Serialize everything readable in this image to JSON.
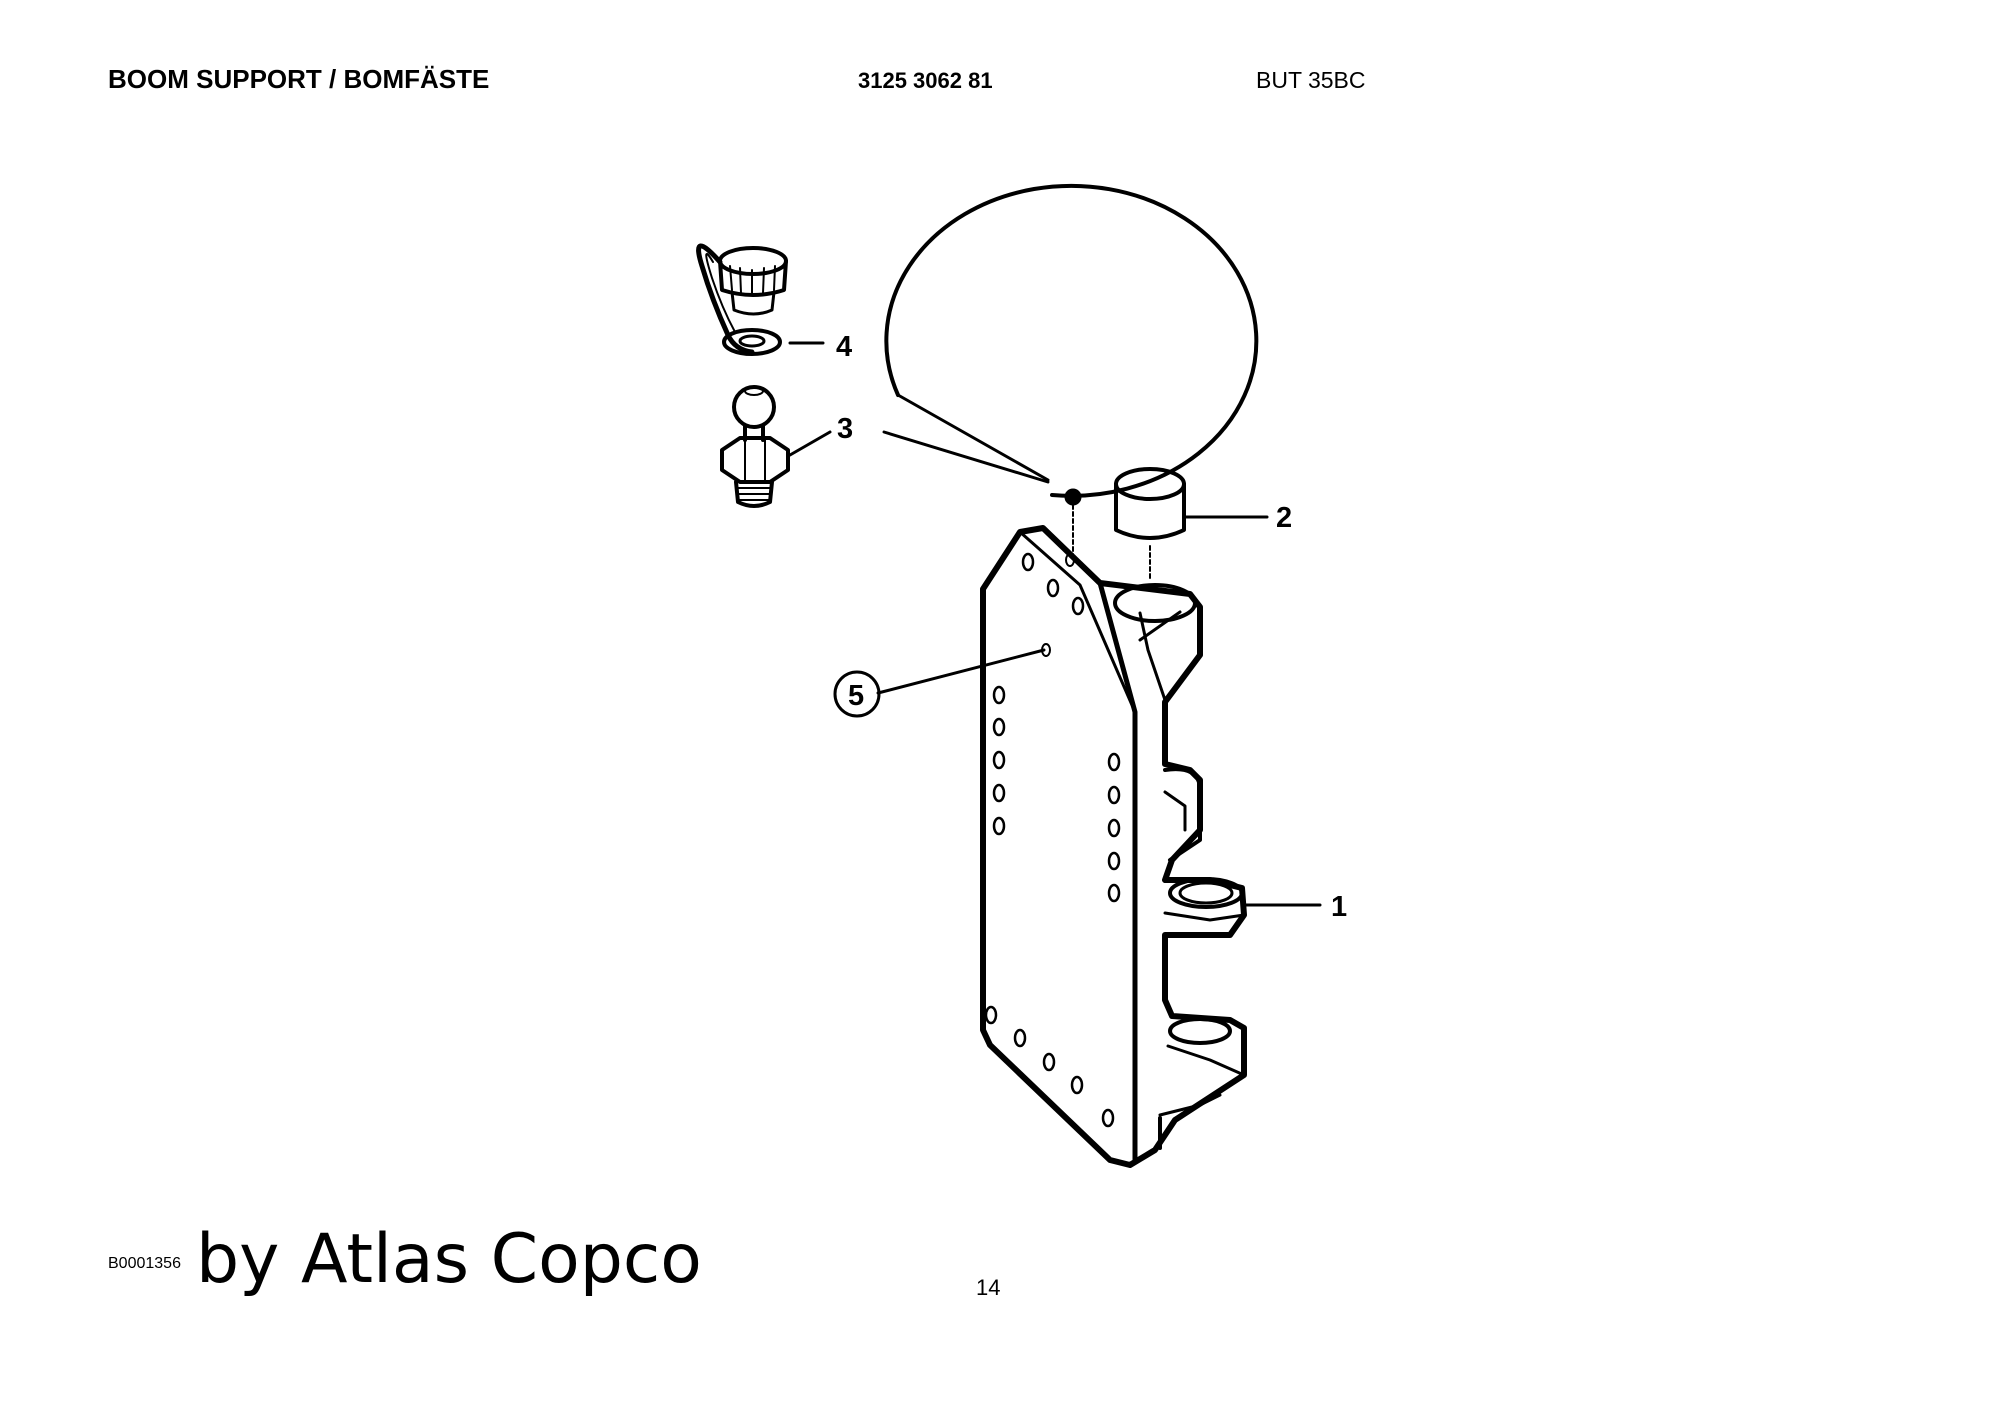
{
  "header": {
    "title": "BOOM SUPPORT / BOMFÄSTE",
    "part_number": "3125 3062 81",
    "model": "BUT 35BC"
  },
  "callouts": {
    "item1": "1",
    "item2": "2",
    "item3": "3",
    "item4": "4",
    "item5": "5"
  },
  "footer": {
    "figure_code": "B0001356",
    "watermark": "by Atlas Copco",
    "page_number": "14"
  }
}
